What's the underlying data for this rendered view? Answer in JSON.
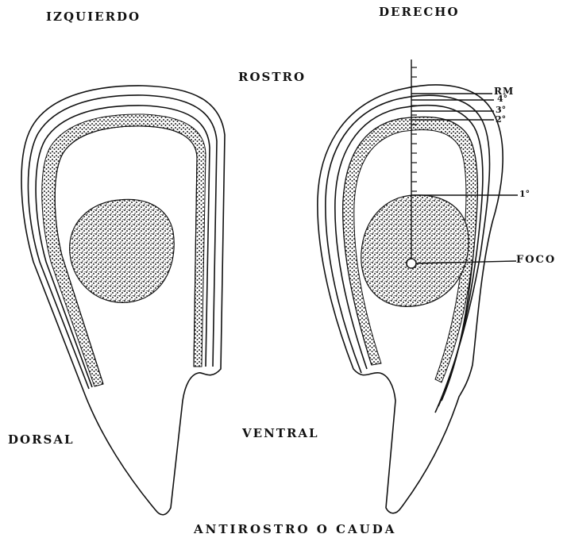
{
  "labels": {
    "left_side": "IZQUIERDO",
    "right_side": "DERECHO",
    "top": "ROSTRO",
    "dorsal": "DORSAL",
    "ventral": "VENTRAL",
    "bottom": "ANTIROSTRO O CAUDA"
  },
  "annotations": {
    "rm": "RM",
    "ring4": "4°",
    "ring3": "3°",
    "ring2": "2°",
    "ring1": "1°",
    "focus": "FOCO"
  }
}
